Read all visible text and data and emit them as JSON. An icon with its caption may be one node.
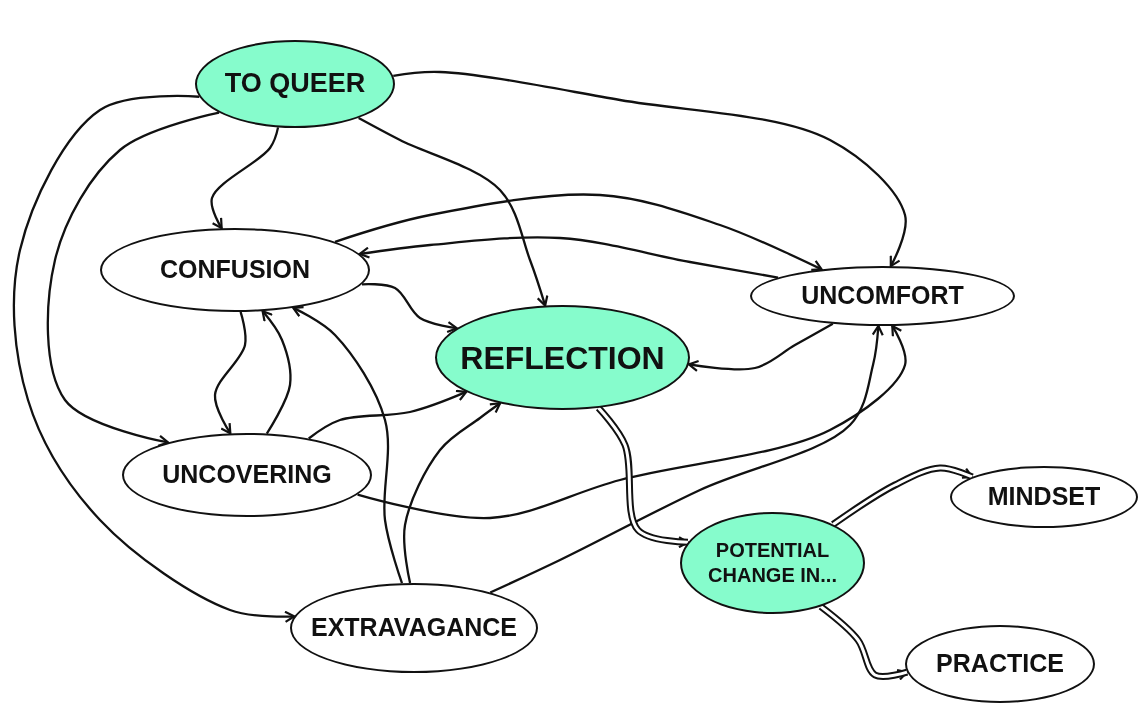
{
  "diagram": {
    "nodes": [
      {
        "text": [
          "TO QUEER"
        ]
      },
      {
        "text": [
          "CONFUSION"
        ]
      },
      {
        "text": [
          "UNCOMFORT"
        ]
      },
      {
        "text": [
          "REFLECTION"
        ]
      },
      {
        "text": [
          "UNCOVERING"
        ]
      },
      {
        "text": [
          "EXTRAVAGANCE"
        ]
      },
      {
        "text": [
          "POTENTIAL CHANGE IN..."
        ]
      },
      {
        "text": [
          "MINDSET"
        ]
      },
      {
        "text": [
          "PRACTICE"
        ]
      }
    ],
    "edges": [
      {
        "from": 0,
        "to": 2,
        "arrow": "to"
      },
      {
        "from": 0,
        "to": 3,
        "arrow": "to"
      },
      {
        "from": 0,
        "to": 1,
        "arrow": "to"
      },
      {
        "from": 0,
        "to": 4,
        "arrow": "to"
      },
      {
        "from": 0,
        "to": 5,
        "arrow": "to"
      },
      {
        "from": 1,
        "to": 2,
        "arrow": "to"
      },
      {
        "from": 2,
        "to": 1,
        "arrow": "to"
      },
      {
        "from": 1,
        "to": 3,
        "arrow": "to"
      },
      {
        "from": 2,
        "to": 3,
        "arrow": "to"
      },
      {
        "from": 1,
        "to": 4,
        "arrow": "to"
      },
      {
        "from": 4,
        "to": 1,
        "arrow": "to"
      },
      {
        "from": 4,
        "to": 3,
        "arrow": "to"
      },
      {
        "from": 5,
        "to": 1,
        "arrow": "to"
      },
      {
        "from": 5,
        "to": 3,
        "arrow": "to"
      },
      {
        "from": 4,
        "to": 2,
        "arrow": "to"
      },
      {
        "from": 5,
        "to": 2,
        "arrow": "to"
      },
      {
        "from": 3,
        "to": 6,
        "arrow": "to",
        "style": "thick"
      },
      {
        "from": 6,
        "to": 7,
        "arrow": "to",
        "style": "thick"
      },
      {
        "from": 6,
        "to": 8,
        "arrow": "to",
        "style": "thick"
      }
    ]
  }
}
